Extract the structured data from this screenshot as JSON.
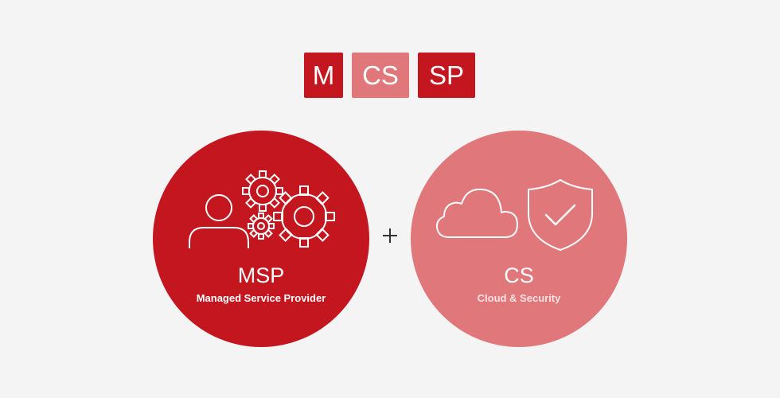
{
  "logo": {
    "letters": [
      "M",
      "CS",
      "SP"
    ],
    "colors": {
      "dark": "#c4161f",
      "light": "#e0777a"
    }
  },
  "msp": {
    "title": "MSP",
    "subtitle": "Managed Service Provider",
    "icons": [
      "person-icon",
      "gears-icon"
    ]
  },
  "cs": {
    "title": "CS",
    "subtitle": "Cloud & Security",
    "icons": [
      "cloud-icon",
      "shield-check-icon"
    ]
  },
  "connector": "+"
}
